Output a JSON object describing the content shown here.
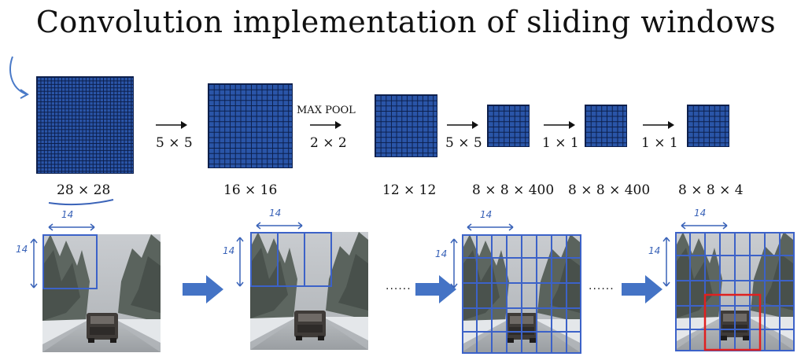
{
  "title": "Convolution implementation of sliding windows",
  "volumes": [
    {
      "label": "28 × 28"
    },
    {
      "label": "16 × 16"
    },
    {
      "label": "12 × 12"
    },
    {
      "label": "8 × 8 × 400"
    },
    {
      "label": "8 × 8 × 400"
    },
    {
      "label": "8 × 8 × 4"
    }
  ],
  "operations": [
    {
      "label": "5 × 5"
    },
    {
      "top_label": "MAX POOL",
      "label": "2 × 2"
    },
    {
      "label": "5 × 5"
    },
    {
      "label": "1 × 1"
    },
    {
      "label": "1 × 1"
    }
  ],
  "annotations": {
    "window_size_top": "14",
    "window_size_side": "14",
    "ellipsis": "......"
  },
  "colors": {
    "grid_fill": "#2a55a8",
    "grid_line": "#0c1e4a",
    "window_box": "#3c62c8",
    "highlight_box": "#e02020",
    "arrow_fill": "#4473c5"
  }
}
